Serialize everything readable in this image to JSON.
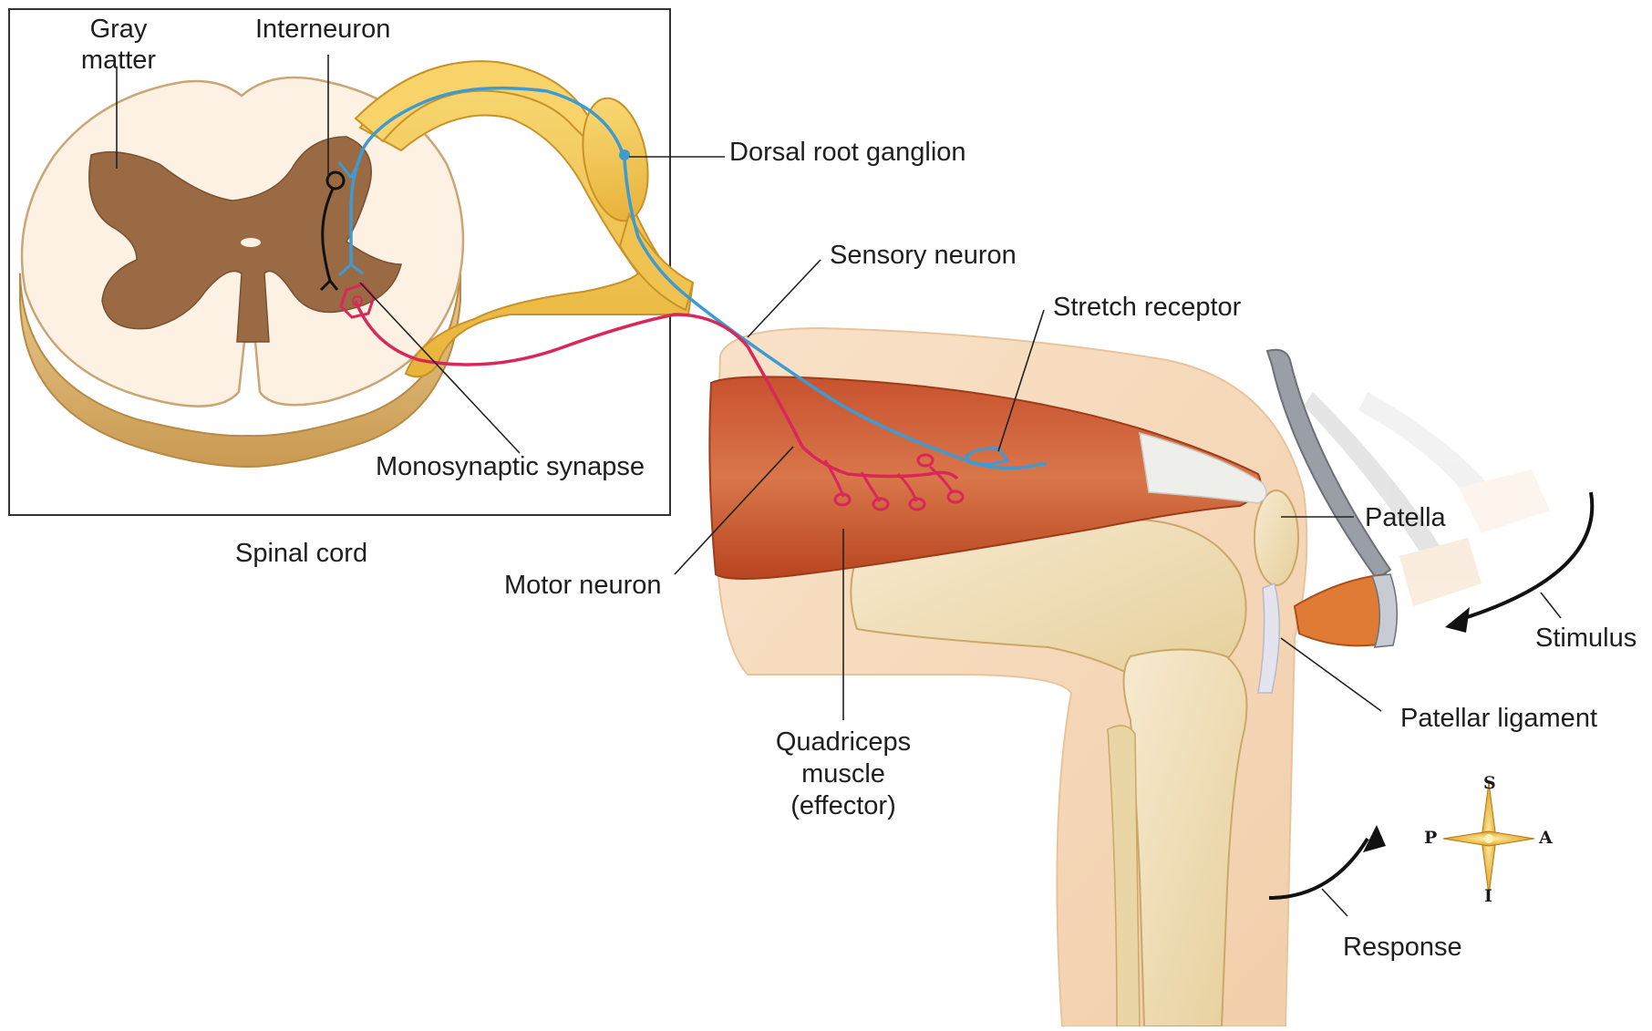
{
  "labels": {
    "gray_matter_line1": "Gray",
    "gray_matter_line2": "matter",
    "interneuron": "Interneuron",
    "dorsal_root_ganglion": "Dorsal root ganglion",
    "sensory_neuron": "Sensory neuron",
    "stretch_receptor": "Stretch receptor",
    "monosynaptic_synapse": "Monosynaptic synapse",
    "spinal_cord": "Spinal cord",
    "motor_neuron": "Motor neuron",
    "patella": "Patella",
    "stimulus": "Stimulus",
    "patellar_ligament": "Patellar ligament",
    "quadriceps_line1": "Quadriceps",
    "quadriceps_line2": "muscle",
    "quadriceps_line3": "(effector)",
    "response": "Response"
  },
  "compass": {
    "superior": "S",
    "inferior": "I",
    "posterior": "P",
    "anterior": "A"
  },
  "colors": {
    "sensory_neuron": "#3d9bd2",
    "motor_neuron": "#d8285a",
    "interneuron": "#111111",
    "gray_matter": "#9a6a44",
    "white_matter": "#fdf1e4",
    "nerve": "#f0c24f",
    "muscle": "#c9552f",
    "skin": "#f6dcc0",
    "bone": "#efdcae"
  },
  "icons": [
    "reflex-hammer-icon",
    "curved-arrow-icon",
    "compass-rose-icon"
  ]
}
